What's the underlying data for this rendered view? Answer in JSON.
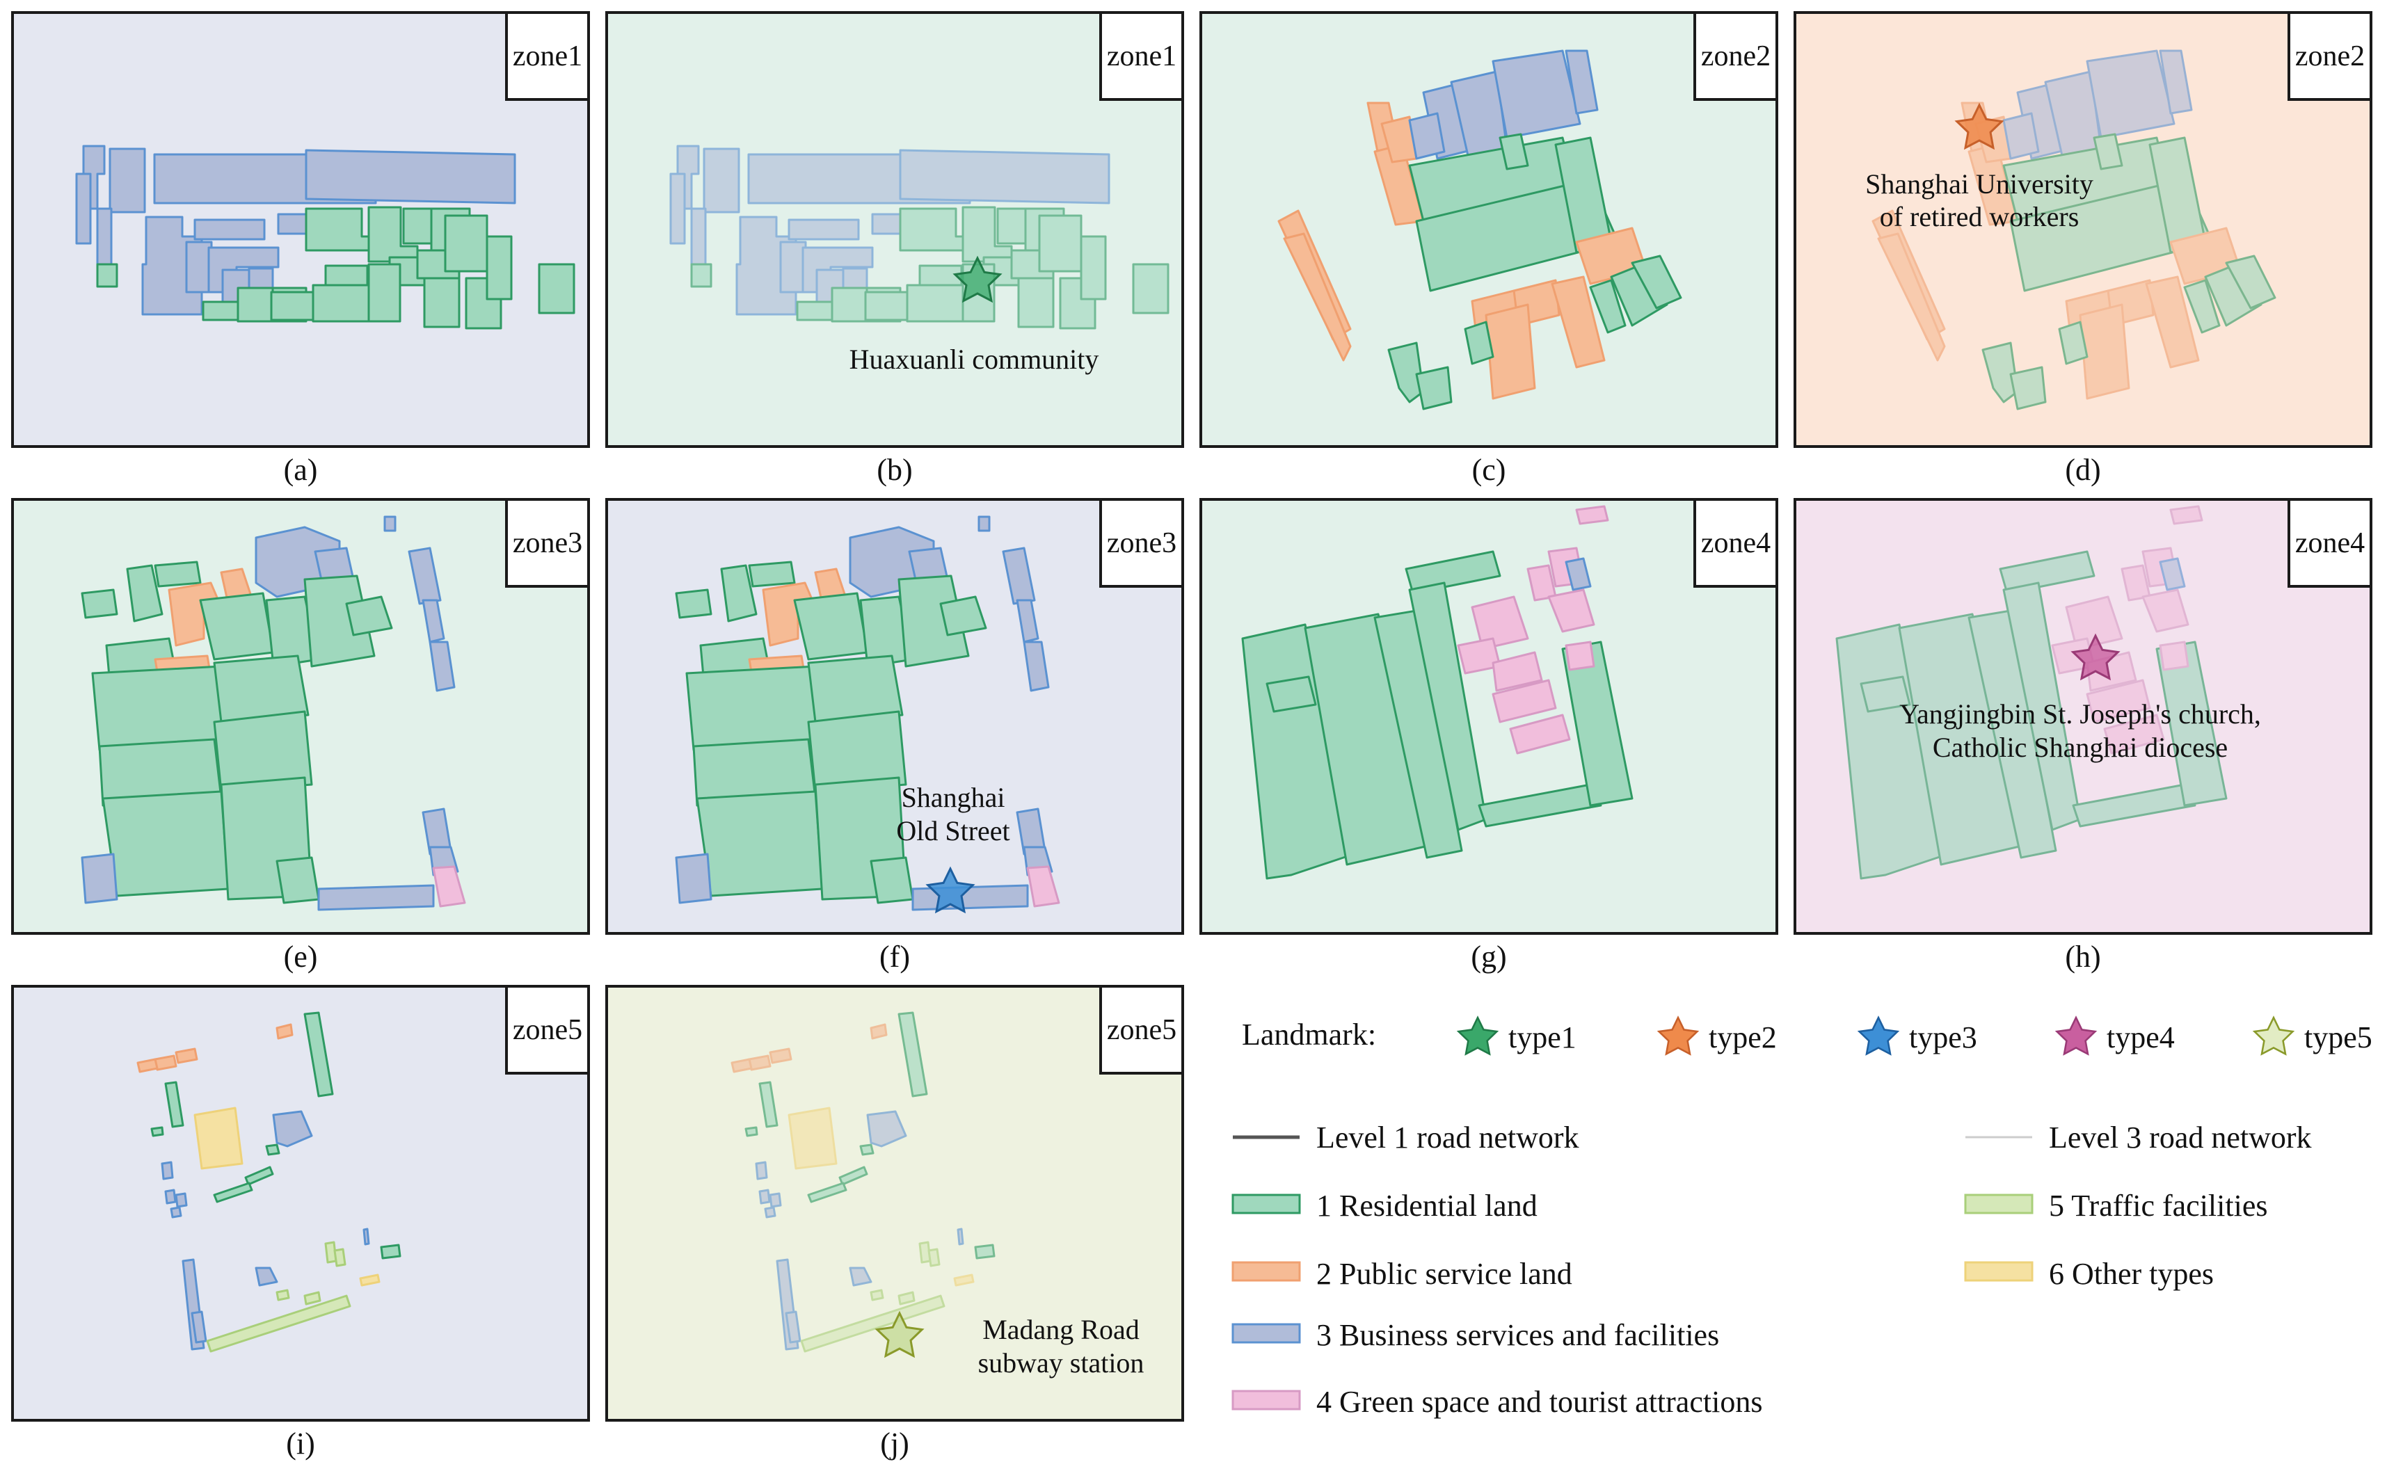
{
  "colors": {
    "bg_blue": "#e4e7f1",
    "bg_green": "#e2f1ea",
    "bg_peach": "#fce6d8",
    "bg_pink": "#f3e2ee",
    "bg_lime": "#eef2e0",
    "residential": "#9fd8bd",
    "public_service": "#f6bb95",
    "business": "#b0bcd9",
    "green_space": "#f1bedc",
    "traffic": "#d5e8b8",
    "other": "#f5e1a2",
    "star_type1": "#3aa86a",
    "star_type2": "#ef8a4b",
    "star_type3": "#3d8fd6",
    "star_type4": "#c95f9f",
    "star_type5": "#c7dc9a"
  },
  "panels": [
    {
      "zone": "zone1",
      "caption": "(a)",
      "bg": "bg_blue"
    },
    {
      "zone": "zone1",
      "caption": "(b)",
      "bg": "bg_green",
      "annotation": [
        "Huaxuanli community"
      ],
      "landmark": "star-type1"
    },
    {
      "zone": "zone2",
      "caption": "(c)",
      "bg": "bg_green"
    },
    {
      "zone": "zone2",
      "caption": "(d)",
      "bg": "bg_peach",
      "annotation": [
        "Shanghai University",
        "of retired workers"
      ],
      "landmark": "star-type2"
    },
    {
      "zone": "zone3",
      "caption": "(e)",
      "bg": "bg_green"
    },
    {
      "zone": "zone3",
      "caption": "(f)",
      "bg": "bg_blue",
      "annotation": [
        "Shanghai",
        "Old Street"
      ],
      "landmark": "star-type3"
    },
    {
      "zone": "zone4",
      "caption": "(g)",
      "bg": "bg_green"
    },
    {
      "zone": "zone4",
      "caption": "(h)",
      "bg": "bg_pink",
      "annotation": [
        "Yangjingbin St. Joseph's church,",
        "Catholic Shanghai diocese"
      ],
      "landmark": "star-type4"
    },
    {
      "zone": "zone5",
      "caption": "(i)",
      "bg": "bg_blue"
    },
    {
      "zone": "zone5",
      "caption": "(j)",
      "bg": "bg_lime",
      "annotation": [
        "Madang Road",
        "subway station"
      ],
      "landmark": "star-type5"
    }
  ],
  "legend": {
    "landmark_title": "Landmark:",
    "landmark_types": [
      {
        "label": "type1",
        "icon": "star-type1"
      },
      {
        "label": "type2",
        "icon": "star-type2"
      },
      {
        "label": "type3",
        "icon": "star-type3"
      },
      {
        "label": "type4",
        "icon": "star-type4"
      },
      {
        "label": "type5",
        "icon": "star-type5"
      }
    ],
    "road_level1": "Level 1 road network",
    "road_level3": "Level 3 road network",
    "land_use": [
      {
        "label": "1 Residential land",
        "color": "residential"
      },
      {
        "label": "2 Public service land",
        "color": "public_service"
      },
      {
        "label": "3 Business services and facilities",
        "color": "business"
      },
      {
        "label": "4 Green space and tourist attractions",
        "color": "green_space"
      },
      {
        "label": "5 Traffic facilities",
        "color": "traffic"
      },
      {
        "label": "6 Other types",
        "color": "other"
      }
    ]
  }
}
